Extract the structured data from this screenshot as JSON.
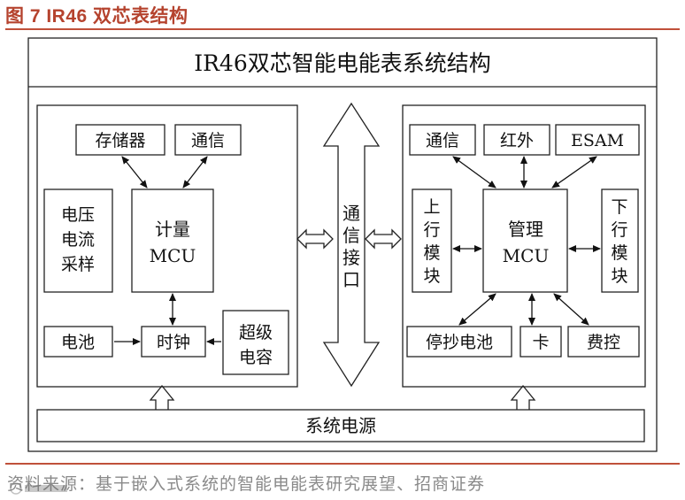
{
  "figure_title": "图 7 IR46 双芯表结构",
  "diagram": {
    "title": "IR46双芯智能电能表系统结构",
    "left": {
      "storage": "存储器",
      "comm": "通信",
      "sampling": [
        "电压",
        "电流",
        "采样"
      ],
      "metering_mcu": [
        "计量",
        "MCU"
      ],
      "battery": "电池",
      "clock": "时钟",
      "supercap": [
        "超级",
        "电容"
      ]
    },
    "center": {
      "interface": [
        "通",
        "信",
        "接",
        "口"
      ]
    },
    "right": {
      "comm": "通信",
      "infrared": "红外",
      "esam": "ESAM",
      "uplink": [
        "上",
        "行",
        "模",
        "块"
      ],
      "management_mcu": [
        "管理",
        "MCU"
      ],
      "downlink": [
        "下",
        "行",
        "模",
        "块"
      ],
      "meter_reading_battery": "停抄电池",
      "card": "卡",
      "billing": "费控"
    },
    "power": "系统电源"
  },
  "source": "资料来源：基于嵌入式系统的智能电能表研究展望、招商证券"
}
